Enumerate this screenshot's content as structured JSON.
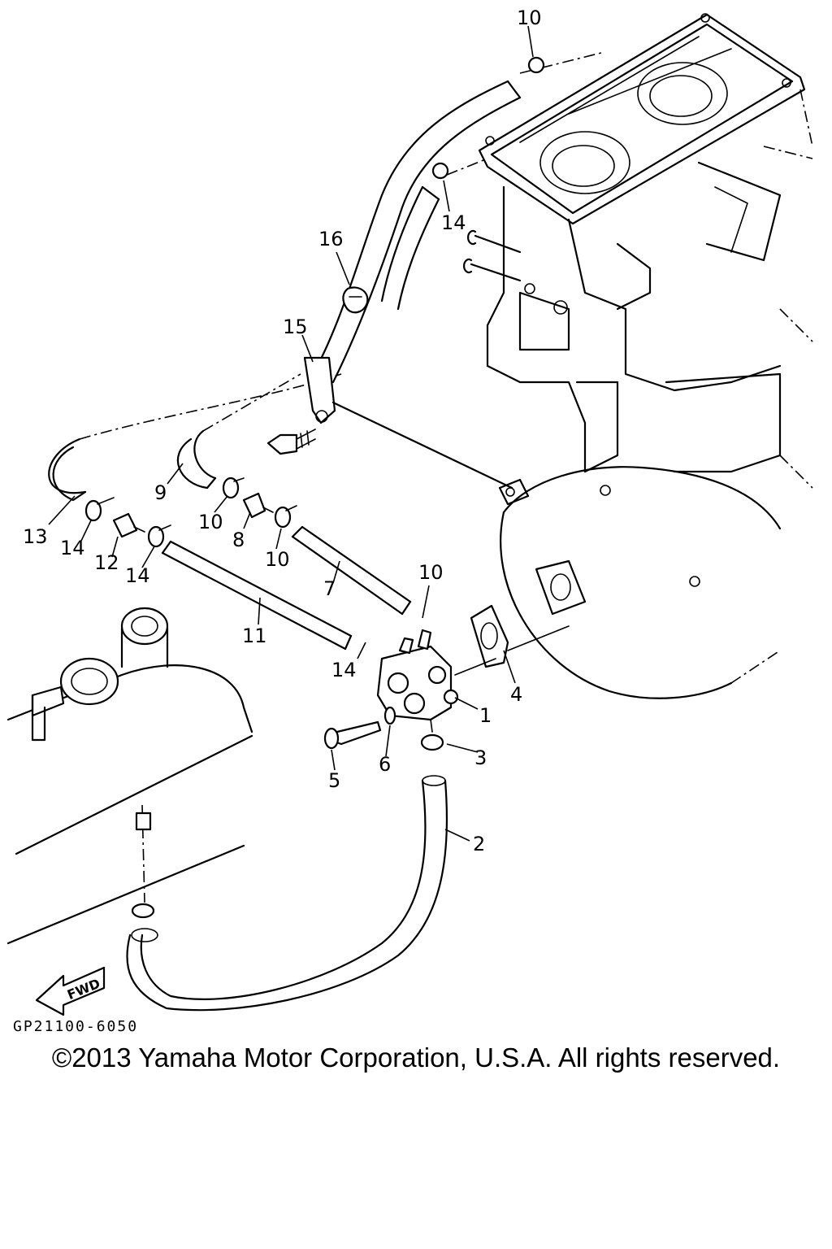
{
  "diagram": {
    "callouts": [
      "10",
      "14",
      "16",
      "15",
      "9",
      "13",
      "14",
      "12",
      "14",
      "10",
      "8",
      "10",
      "7",
      "10",
      "11",
      "14",
      "4",
      "1",
      "3",
      "6",
      "5",
      "2"
    ],
    "fwd_label": "FWD",
    "drawing_code": "GP21100-6050"
  },
  "footer": {
    "copyright": "©2013 Yamaha Motor Corporation, U.S.A. All rights reserved."
  }
}
